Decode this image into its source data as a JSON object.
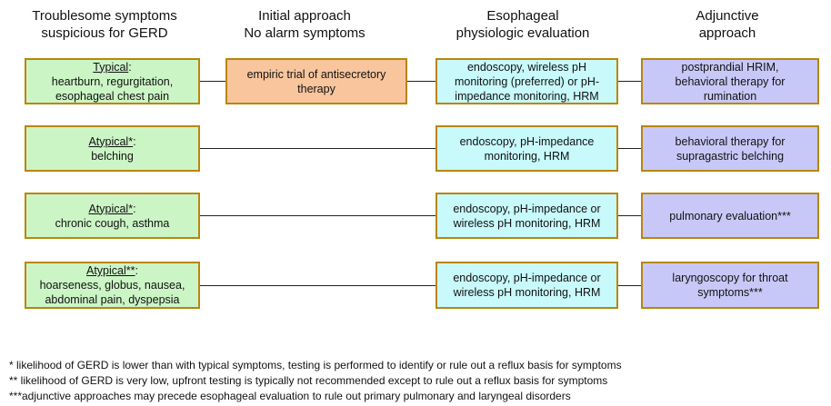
{
  "headers": {
    "col1": [
      "Troublesome symptoms",
      "suspicious for GERD"
    ],
    "col2": [
      "Initial approach",
      "No alarm symptoms"
    ],
    "col3": [
      "Esophageal",
      "physiologic evaluation"
    ],
    "col4": [
      "Adjunctive",
      "approach"
    ]
  },
  "rows": [
    {
      "symptom_title": "Typical",
      "symptom_suffix": ":",
      "symptom_lines": [
        "heartburn, regurgitation,",
        "esophageal chest pain"
      ],
      "initial": [
        "empiric trial of antisecretory",
        "therapy"
      ],
      "evaluation": [
        "endoscopy, wireless pH",
        "monitoring (preferred) or pH-",
        "impedance monitoring, HRM"
      ],
      "adjunctive": [
        "postprandial HRIM,",
        "behavioral therapy for",
        "rumination"
      ]
    },
    {
      "symptom_title": "Atypical*",
      "symptom_suffix": ":",
      "symptom_lines": [
        "belching"
      ],
      "evaluation": [
        "endoscopy, pH-impedance",
        "monitoring, HRM"
      ],
      "adjunctive": [
        "behavioral therapy for",
        "supragastric belching"
      ]
    },
    {
      "symptom_title": "Atypical*",
      "symptom_suffix": ":",
      "symptom_lines": [
        "chronic cough, asthma"
      ],
      "evaluation": [
        "endoscopy, pH-impedance or",
        "wireless pH monitoring, HRM"
      ],
      "adjunctive": [
        "pulmonary evaluation***"
      ]
    },
    {
      "symptom_title": "Atypical**",
      "symptom_suffix": ":",
      "symptom_lines": [
        "hoarseness, globus, nausea,",
        "abdominal pain, dyspepsia"
      ],
      "evaluation": [
        "endoscopy, pH-impedance or",
        "wireless pH monitoring, HRM"
      ],
      "adjunctive": [
        "laryngoscopy for throat",
        "symptoms***"
      ]
    }
  ],
  "footnotes": [
    "* likelihood of GERD is lower than with typical symptoms, testing is performed to identify or rule out a reflux basis for symptoms",
    "** likelihood of GERD is very low, upfront testing is typically not recommended except to rule out a reflux basis for symptoms",
    "***adjunctive approaches may precede esophageal evaluation to rule out primary pulmonary and laryngeal disorders"
  ],
  "colors": {
    "symptom_box": "#ccf5c6",
    "initial_box": "#f9c59d",
    "evaluation_box": "#c8f9fb",
    "adjunctive_box": "#c8c8f8",
    "border": "#b8860b"
  }
}
